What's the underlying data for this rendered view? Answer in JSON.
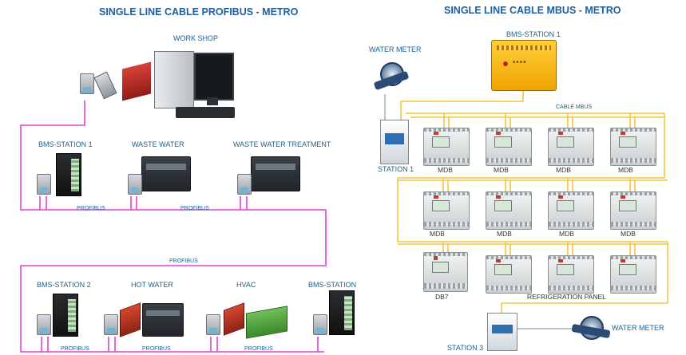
{
  "left": {
    "title": "SINGLE LINE CABLE  PROFIBUS - METRO",
    "workshop": "WORK SHOP",
    "bms_station_1": "BMS-STATION 1",
    "waste_water": "WASTE WATER",
    "waste_water_treatment": "WASTE WATER TREATMENT",
    "bms_station_2": "BMS-STATION 2",
    "hot_water": "HOT WATER",
    "hvac": "HVAC",
    "bms_station": "BMS-STATION",
    "profibus_labels": [
      "PROFIBUS",
      "PROFIBUS",
      "PROFIBUS",
      "PROFIBUS",
      "PROFIBUS",
      "PROFIBUS"
    ],
    "wire_color": "#e040d8"
  },
  "right": {
    "title": "SINGLE LINE CABLE  MBUS - METRO",
    "bms_station_1": "BMS-STATION 1",
    "water_meter_top": "WATER METER",
    "cable_mbus": "CABLE MBUS",
    "station_1": "STATION 1",
    "mdb_row1": [
      "MDB",
      "MDB",
      "MDB",
      "MDB"
    ],
    "mdb_row2": [
      "MDB",
      "MDB",
      "MDB",
      "MDB"
    ],
    "db7": "DB7",
    "refrigeration_panel": "REFRIGERATION PANEL",
    "station_3": "STATION 3",
    "water_meter_bottom": "WATER METER",
    "wire_color": "#f5c242"
  }
}
